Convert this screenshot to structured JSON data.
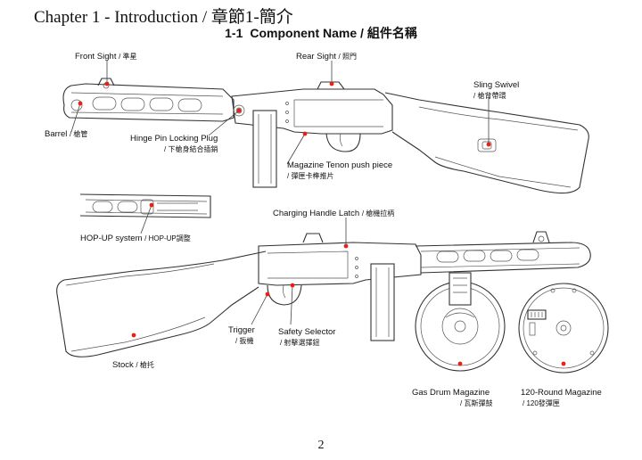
{
  "header": {
    "chapter": "Chapter 1 - Introduction / 章節1-簡介",
    "section_number": "1-1",
    "section_title": "Component Name / 組件名稱"
  },
  "labels": {
    "front_sight": "Front Sight",
    "front_sight_zh": "/ 準星",
    "rear_sight": "Rear Sight",
    "rear_sight_zh": "/ 照門",
    "sling_swivel": "Sling Swivel",
    "sling_swivel_zh": "/ 槍背帶環",
    "barrel": "Barrel",
    "barrel_zh": "/ 槍管",
    "hinge_pin": "Hinge Pin Locking Plug",
    "hinge_pin_zh": "/ 下槍身結合插銷",
    "magazine_tenon": "Magazine Tenon push piece",
    "magazine_tenon_zh": "/ 彈匣卡榫推片",
    "hop_up": "HOP-UP system",
    "hop_up_zh": "/ HOP-UP調整",
    "charging_handle": "Charging Handle Latch",
    "charging_handle_zh": "/ 槍機拉柄",
    "trigger": "Trigger",
    "trigger_zh": "/ 扳機",
    "safety_selector": "Safety Selector",
    "safety_selector_zh": "/ 射擊選擇鈕",
    "stock": "Stock",
    "stock_zh": "/ 槍托",
    "gas_drum": "Gas Drum Magazine",
    "gas_drum_zh": "/ 瓦斯彈鼓",
    "round_magazine": "120-Round Magazine",
    "round_magazine_zh": "/ 120發彈匣"
  },
  "footer": {
    "page_number": "2"
  },
  "colors": {
    "marker": "#e2231a",
    "line": "#333333"
  }
}
